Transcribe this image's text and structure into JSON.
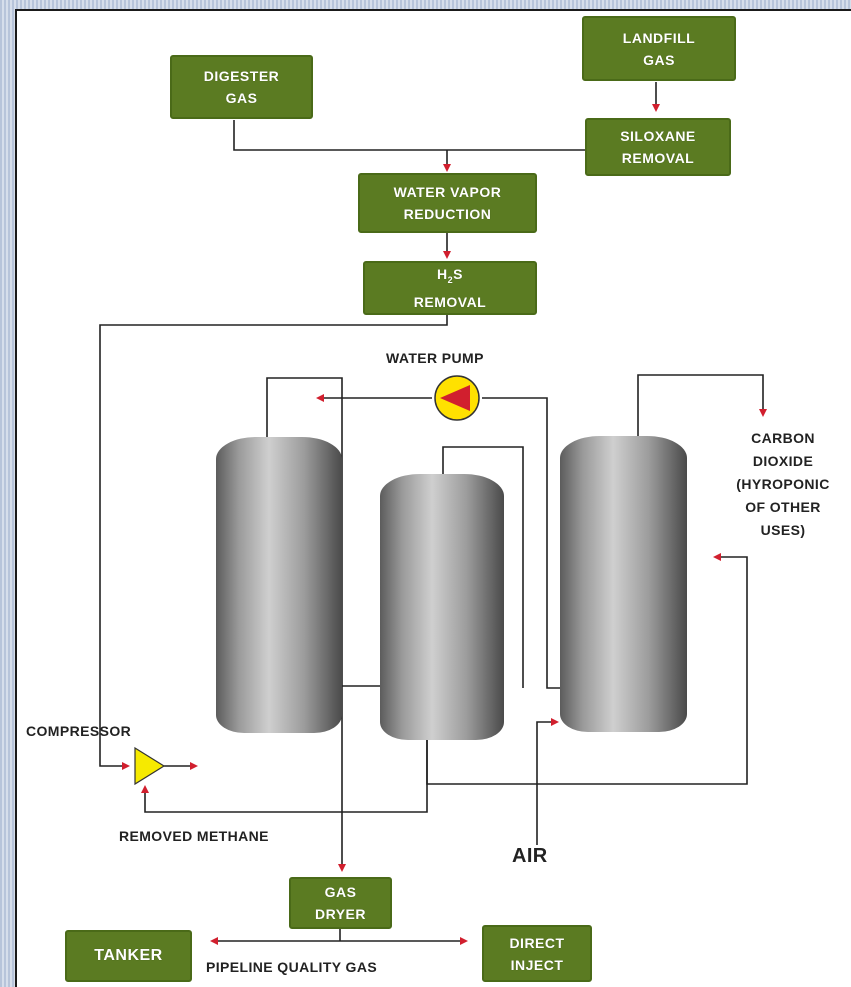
{
  "boxes": {
    "digester": [
      "DIGESTER",
      "GAS"
    ],
    "landfill": [
      "LANDFILL",
      "GAS"
    ],
    "siloxane": [
      "SILOXANE",
      "REMOVAL"
    ],
    "water_vapor": [
      "WATER VAPOR",
      "REDUCTION"
    ],
    "h2s_line1": "H",
    "h2s_sub": "2",
    "h2s_line1_end": "S",
    "h2s_line2": "REMOVAL",
    "gas_dryer": [
      "GAS",
      "DRYER"
    ],
    "tanker": "TANKER",
    "direct_inject": [
      "DIRECT",
      "INJECT"
    ]
  },
  "labels": {
    "water_pump": "WATER PUMP",
    "carbon_dioxide": [
      "CARBON",
      "DIOXIDE",
      "(HYROPONIC",
      "OF OTHER",
      "USES)"
    ],
    "compressor": "COMPRESSOR",
    "removed_methane": "REMOVED METHANE",
    "air": "AIR",
    "pipeline": "PIPELINE QUALITY GAS"
  },
  "colors": {
    "box_green": "#5b7b22",
    "arrow_red": "#d11f2e",
    "pump_red": "#d11f2e",
    "pump_yellow": "#ffe100",
    "compressor_yellow": "#f6ea00"
  }
}
